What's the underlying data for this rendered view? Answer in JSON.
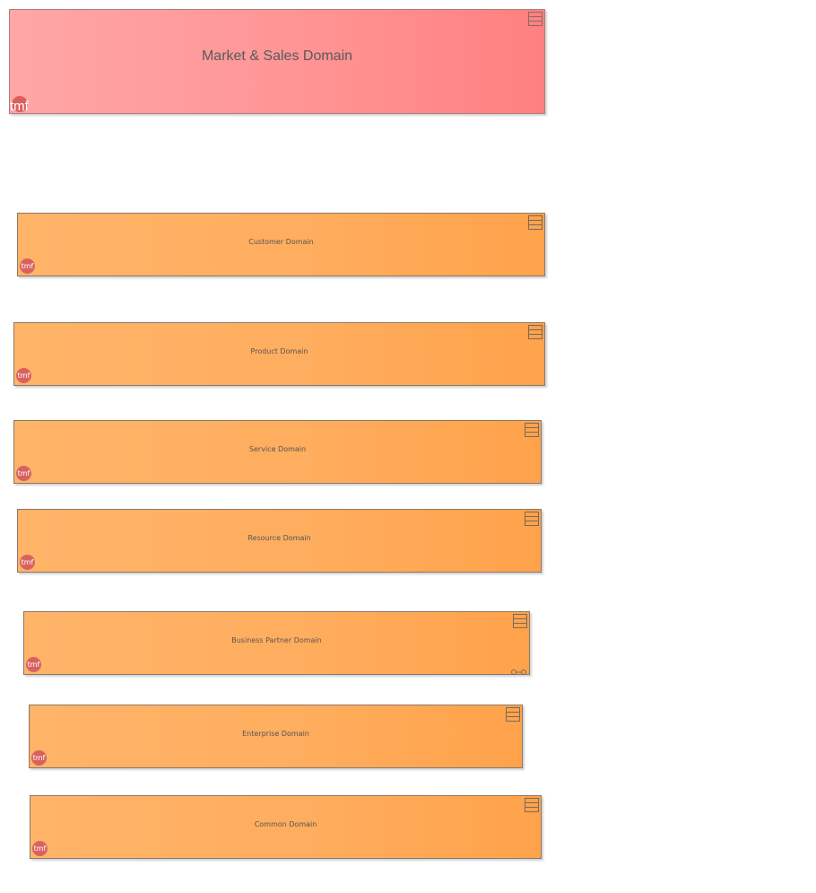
{
  "diagram": {
    "market_domain": {
      "label": "Market & Sales Domain",
      "badge": "tmf",
      "fill": "#ff8f8f"
    },
    "domains": [
      {
        "label": "Customer Domain",
        "badge": "tmf",
        "fill": "#ffab5a"
      },
      {
        "label": "Product Domain",
        "badge": "tmf",
        "fill": "#ffab5a"
      },
      {
        "label": "Service Domain",
        "badge": "tmf",
        "fill": "#ffab5a"
      },
      {
        "label": "Resource Domain",
        "badge": "tmf",
        "fill": "#ffab5a"
      },
      {
        "label": "Business Partner Domain",
        "badge": "tmf",
        "fill": "#ffab5a",
        "icons": [
          "link-icon"
        ]
      },
      {
        "label": "Enterprise Domain",
        "badge": "tmf",
        "fill": "#ffab5a"
      },
      {
        "label": "Common Domain",
        "badge": "tmf",
        "fill": "#ffab5a"
      }
    ],
    "badge_color": "#d9625f",
    "icons": [
      "package-icon",
      "tmf-badge",
      "link-icon"
    ]
  }
}
